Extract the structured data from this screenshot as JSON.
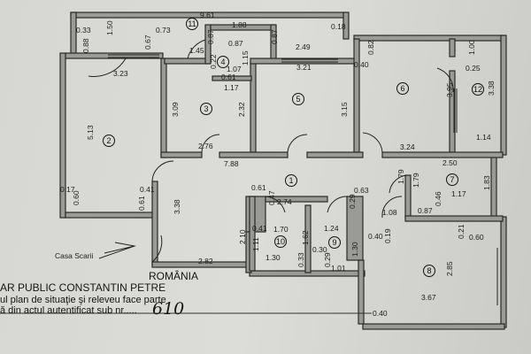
{
  "plan": {
    "dimensions": [
      "9.61",
      "1.88",
      "0.33",
      "1.50",
      "0.73",
      "0.18",
      "0.88",
      "0.67",
      "1.45",
      "0.87",
      "0.87",
      "0.87",
      "2.49",
      "0.82",
      "1.00",
      "3.23",
      "1.15",
      "1.07",
      "0.61",
      "1.17",
      "3.21",
      "0.40",
      "0.25",
      "3.09",
      "2.32",
      "3.15",
      "3.95",
      "3.38",
      "5.13",
      "2.76",
      "3.24",
      "1.14",
      "7.88",
      "2.50",
      "1.79",
      "1.79",
      "1.83",
      "0.17",
      "0.60",
      "0.41",
      "0.61",
      "3.38",
      "0.61",
      "0.47",
      "2.74",
      "0.63",
      "1.17",
      "0.87",
      "0.46",
      "1.08",
      "0.29",
      "2.10",
      "0.41",
      "1.70",
      "1.24",
      "0.19",
      "0.40",
      "0.21",
      "0.60",
      "1.11",
      "1.62",
      "0.30",
      "1.30",
      "1.30",
      "0.33",
      "0.29",
      "1.01",
      "2.82",
      "2.85",
      "3.67",
      "0.40",
      "0.22"
    ],
    "rooms": [
      "1",
      "2",
      "3",
      "4",
      "5",
      "6",
      "7",
      "8",
      "9",
      "10",
      "11",
      "12"
    ],
    "stair_label": "Casa Scarii"
  },
  "stamp": {
    "country": "ROMÂNIA",
    "notary": "AR PUBLIC CONSTANTIN PETRE",
    "line1": "ul plan de situaţie şi releveu face parte",
    "line2": "ă din actul autentificat sub nr.....",
    "handwritten_number": "610"
  }
}
